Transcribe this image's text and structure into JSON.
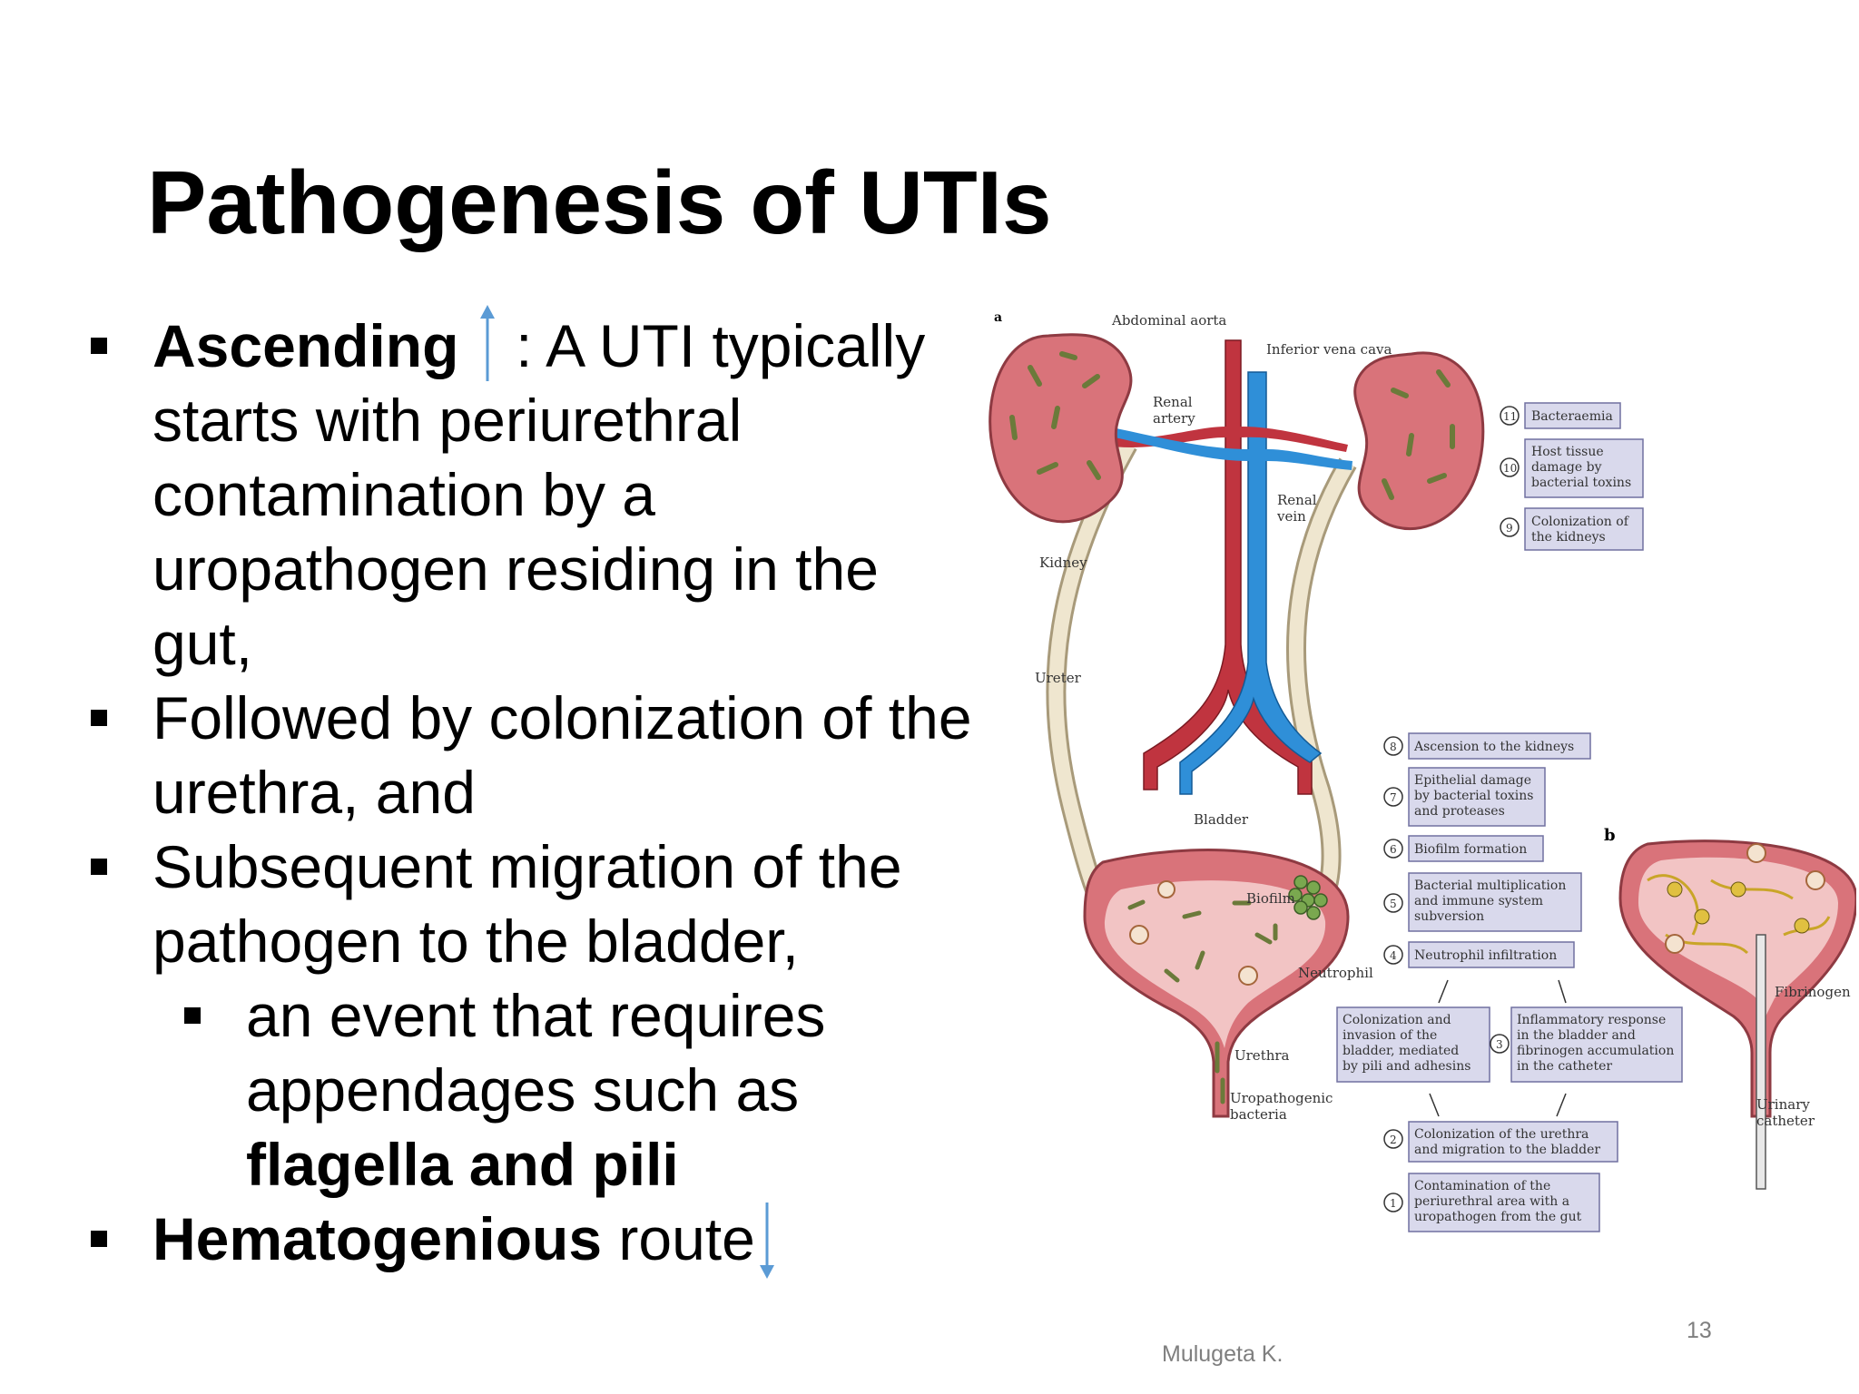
{
  "slide": {
    "title": "Pathogenesis of UTIs",
    "author": "Mulugeta K.",
    "page_number": "13"
  },
  "bullets": [
    {
      "bold": "Ascending",
      "arrow": "up-arrow-icon",
      "rest": " :  A UTI typically starts with periurethral contamination by a uropathogen residing in the gut,"
    },
    {
      "text": "Followed by colonization of the urethra, and"
    },
    {
      "text": "Subsequent migration of the pathogen to the bladder,"
    },
    {
      "sub": true,
      "pre": "an event that requires appendages such as ",
      "bold": "flagella and pili"
    },
    {
      "bold": "Hematogenious",
      "rest": " route",
      "arrow": "down-arrow-icon"
    }
  ],
  "colors": {
    "accent_arrow": "#5b9bd5",
    "artery": "#c0343f",
    "vein": "#2f8fd8",
    "kidney": "#d9737a",
    "box_fill": "#d9d9ec",
    "box_border": "#7070a0"
  },
  "figure": {
    "panel_a": "a",
    "panel_b": "b",
    "labels": {
      "abdominal_aorta": "Abdominal aorta",
      "inferior_vena_cava": "Inferior vena cava",
      "renal_artery_1": "Renal",
      "renal_artery_2": "artery",
      "renal_vein_1": "Renal",
      "renal_vein_2": "vein",
      "kidney": "Kidney",
      "ureter": "Ureter",
      "bladder": "Bladder",
      "biofilm": "Biofilm",
      "neutrophil": "Neutrophil",
      "urethra": "Urethra",
      "uropathogenic_1": "Uropathogenic",
      "uropathogenic_2": "bacteria",
      "fibrinogen": "Fibrinogen",
      "catheter_1": "Urinary",
      "catheter_2": "catheter"
    },
    "steps": [
      {
        "num": "11",
        "lines": [
          "Bacteraemia"
        ]
      },
      {
        "num": "10",
        "lines": [
          "Host tissue",
          "damage by",
          "bacterial toxins"
        ]
      },
      {
        "num": "9",
        "lines": [
          "Colonization of",
          "the kidneys"
        ]
      },
      {
        "num": "8",
        "lines": [
          "Ascension to the kidneys"
        ]
      },
      {
        "num": "7",
        "lines": [
          "Epithelial damage",
          "by bacterial toxins",
          "and proteases"
        ]
      },
      {
        "num": "6",
        "lines": [
          "Biofilm formation"
        ]
      },
      {
        "num": "5",
        "lines": [
          "Bacterial multiplication",
          "and immune system",
          "subversion"
        ]
      },
      {
        "num": "4",
        "lines": [
          "Neutrophil infiltration"
        ]
      },
      {
        "num": "3",
        "left": [
          "Colonization and",
          "invasion of the",
          "bladder, mediated",
          "by pili and adhesins"
        ],
        "right": [
          "Inflammatory response",
          "in the bladder and",
          "fibrinogen accumulation",
          "in the catheter"
        ]
      },
      {
        "num": "2",
        "lines": [
          "Colonization of the urethra",
          "and migration to the bladder"
        ]
      },
      {
        "num": "1",
        "lines": [
          "Contamination of the",
          "periurethral area with a",
          "uropathogen from the gut"
        ]
      }
    ]
  }
}
